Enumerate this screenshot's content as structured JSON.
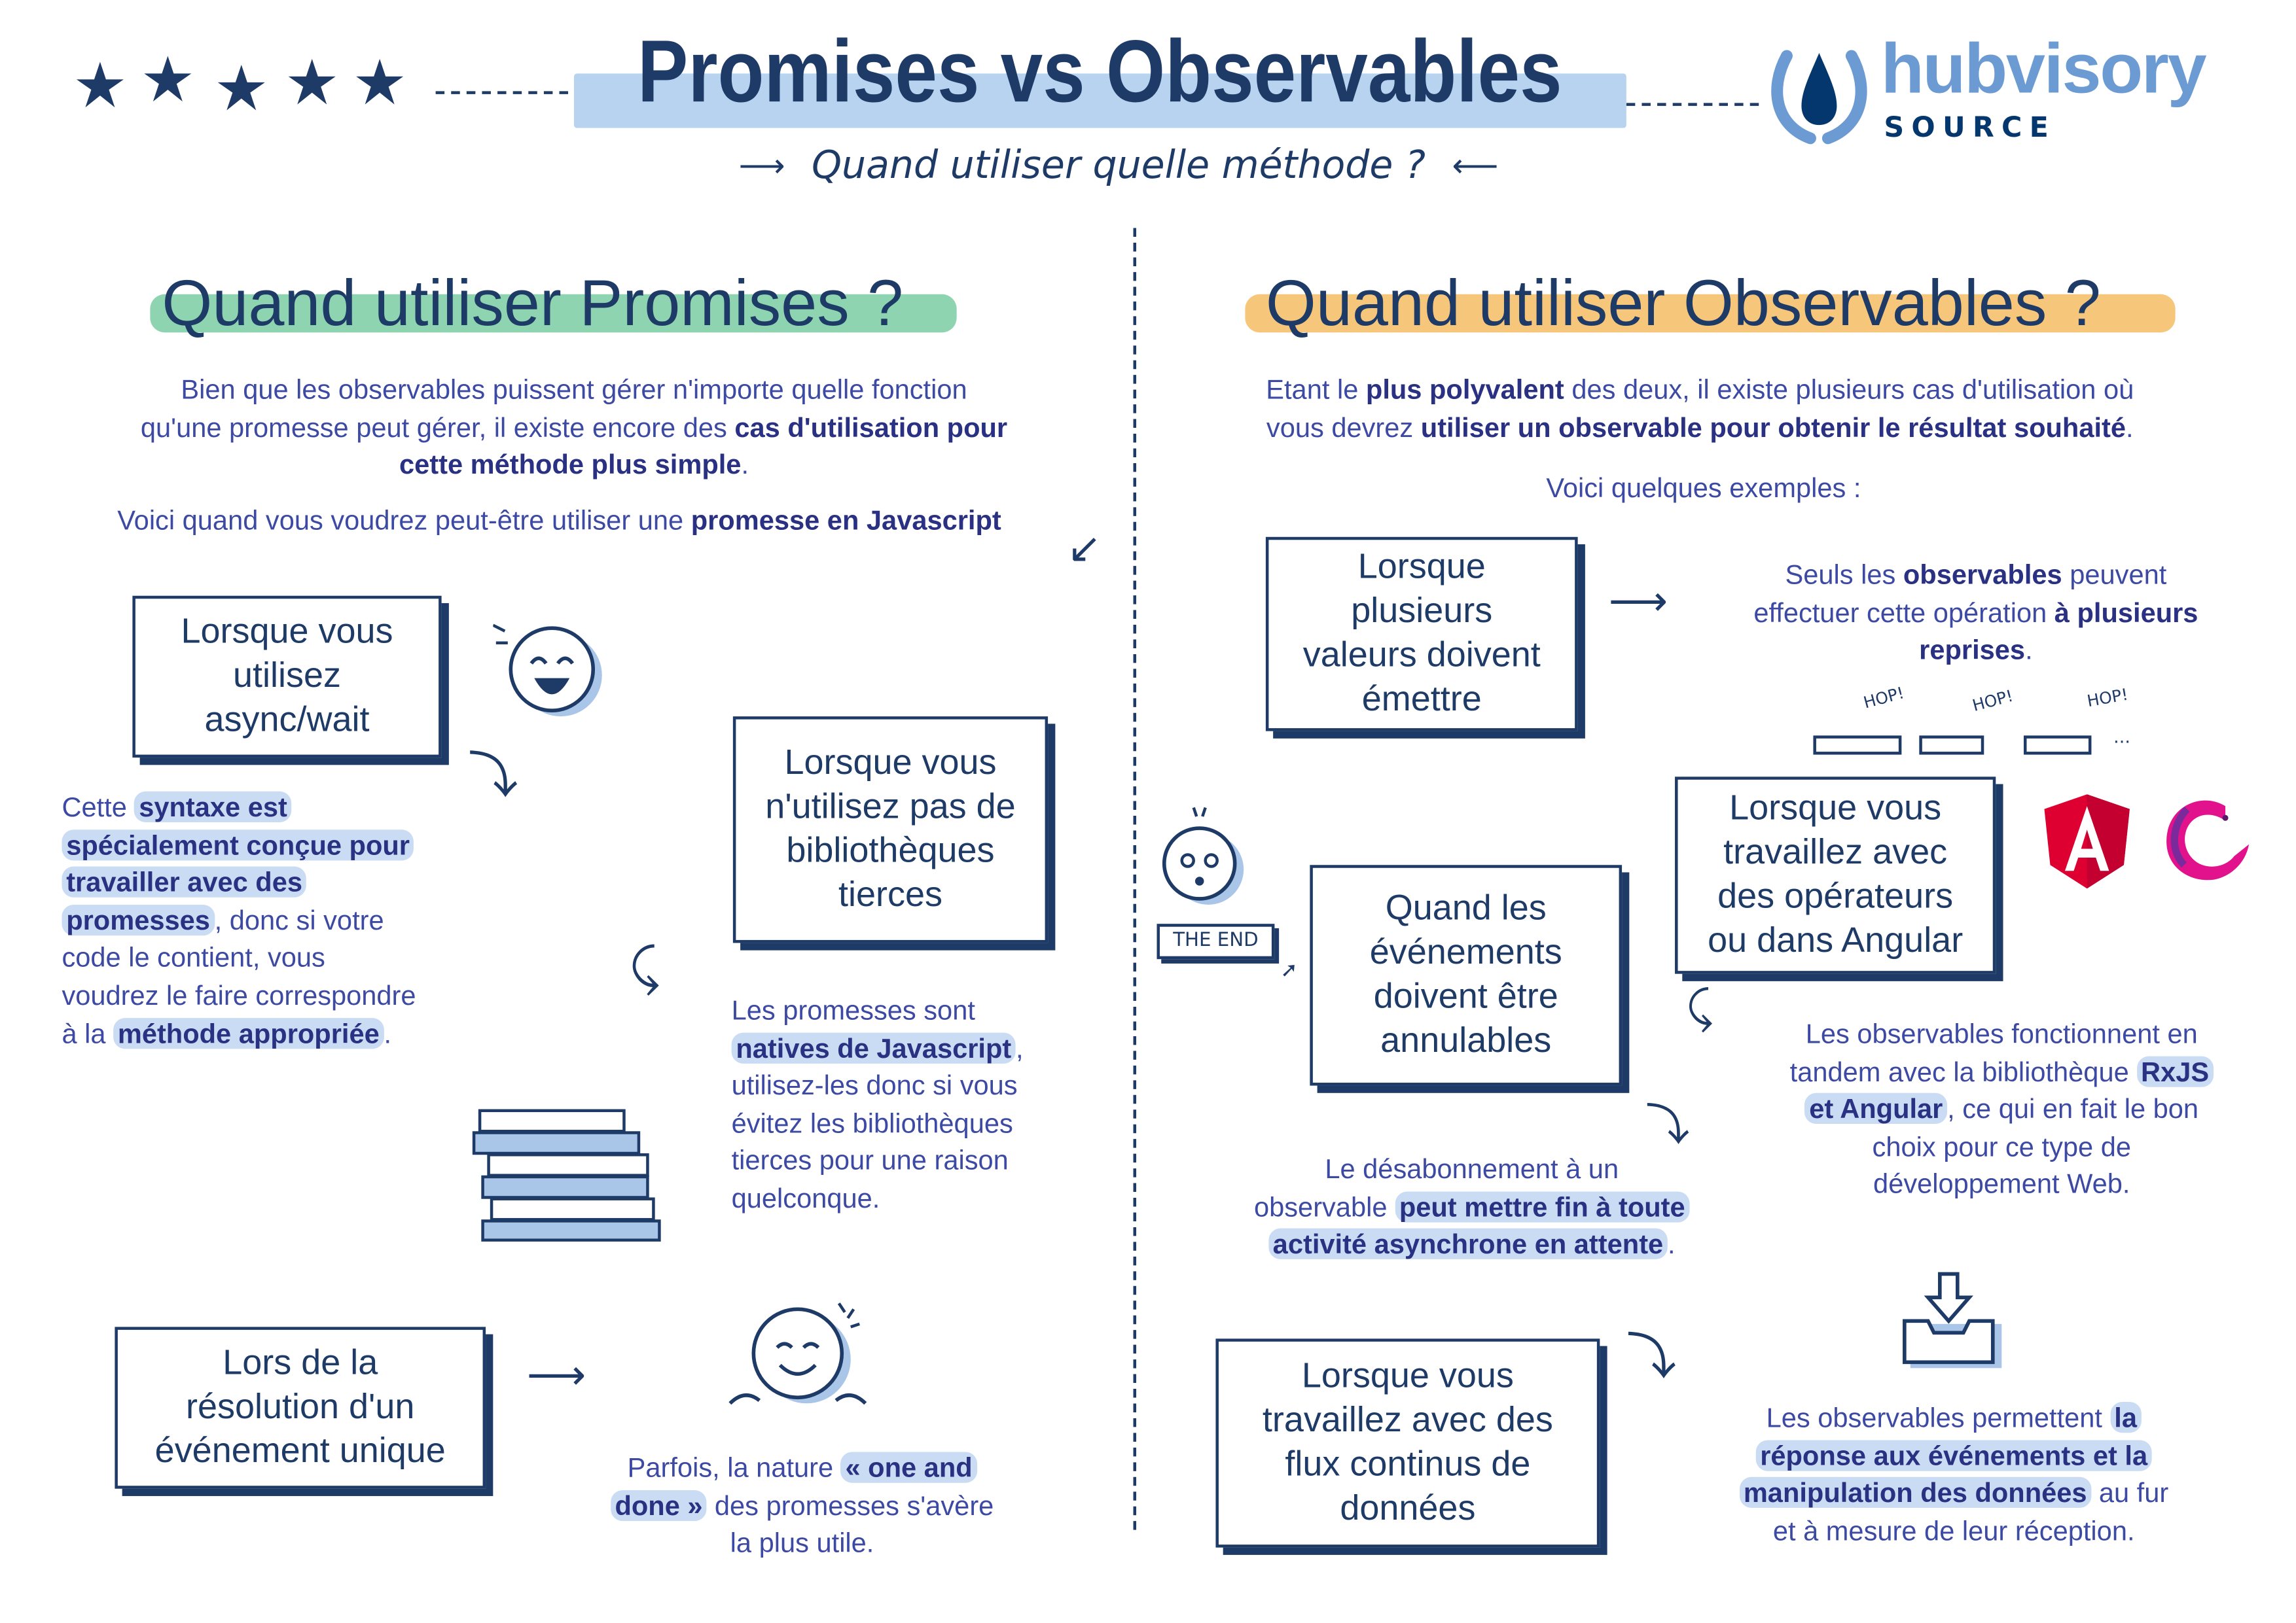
{
  "header": {
    "title": "Promises vs Observables",
    "subtitle": "Quand utiliser quelle méthode ?",
    "stars": 5,
    "logo": {
      "name": "hubvisory",
      "sub": "SOURCE"
    }
  },
  "colors": {
    "ink": "#1e3a66",
    "text": "#3d4aa3",
    "highlight": "#cadcf3",
    "title_band": "#b8d3ef",
    "promises_band": "#8fd4b0",
    "observables_band": "#f6c67a",
    "logo_light": "#6b9bd2",
    "angular": "#dd0031",
    "rxjs": "#e1128c"
  },
  "left": {
    "heading": "Quand utiliser Promises ?",
    "intro": [
      [
        {
          "t": "Bien que les observables puissent gérer n'importe quelle fonction"
        }
      ],
      [
        {
          "t": "qu'une promesse peut gérer, il existe encore des "
        },
        {
          "t": "cas d'utilisation pour",
          "b": true
        }
      ],
      [
        {
          "t": "cette méthode plus simple",
          "b": true
        },
        {
          "t": "."
        }
      ]
    ],
    "lead": [
      [
        {
          "t": "Voici quand vous voudrez peut-être utiliser une "
        },
        {
          "t": "promesse en Javascript",
          "b": true
        }
      ]
    ],
    "box1": [
      "Lorsque vous",
      "utilisez",
      "async/wait"
    ],
    "box1_note": [
      [
        {
          "t": "Cette "
        },
        {
          "t": "syntaxe est",
          "b": true,
          "h": true
        }
      ],
      [
        {
          "t": "spécialement conçue pour",
          "b": true,
          "h": true
        }
      ],
      [
        {
          "t": "travailler avec des",
          "b": true,
          "h": true
        }
      ],
      [
        {
          "t": "promesses",
          "b": true,
          "h": true
        },
        {
          "t": ", donc si votre"
        }
      ],
      [
        {
          "t": "code le contient, vous"
        }
      ],
      [
        {
          "t": "voudrez le faire correspondre"
        }
      ],
      [
        {
          "t": "à la "
        },
        {
          "t": "méthode appropriée",
          "b": true,
          "h": true
        },
        {
          "t": "."
        }
      ]
    ],
    "box2": [
      "Lorsque vous",
      "n'utilisez pas de",
      "bibliothèques",
      "tierces"
    ],
    "box2_note": [
      [
        {
          "t": "Les promesses sont"
        }
      ],
      [
        {
          "t": "natives de Javascript",
          "b": true,
          "h": true
        },
        {
          "t": ","
        }
      ],
      [
        {
          "t": "utilisez-les donc si vous"
        }
      ],
      [
        {
          "t": "évitez les bibliothèques"
        }
      ],
      [
        {
          "t": "tierces pour une raison"
        }
      ],
      [
        {
          "t": "quelconque."
        }
      ]
    ],
    "box3": [
      "Lors de la",
      "résolution d'un",
      "événement unique"
    ],
    "box3_note": [
      [
        {
          "t": "Parfois, la nature "
        },
        {
          "t": "« one and",
          "b": true,
          "h": true
        }
      ],
      [
        {
          "t": "done »",
          "b": true,
          "h": true
        },
        {
          "t": " des promesses s'avère"
        }
      ],
      [
        {
          "t": "la plus utile."
        }
      ]
    ]
  },
  "right": {
    "heading": "Quand utiliser Observables ?",
    "intro": [
      [
        {
          "t": "Etant le "
        },
        {
          "t": "plus polyvalent",
          "b": true
        },
        {
          "t": " des deux, il existe plusieurs cas d'utilisation où"
        }
      ],
      [
        {
          "t": "vous devrez "
        },
        {
          "t": "utiliser un observable pour obtenir le résultat souhaité",
          "b": true
        },
        {
          "t": "."
        }
      ]
    ],
    "lead": [
      [
        {
          "t": "Voici quelques exemples :"
        }
      ]
    ],
    "box1": [
      "Lorsque",
      "plusieurs",
      "valeurs doivent",
      "émettre"
    ],
    "box1_note": [
      [
        {
          "t": "Seuls les "
        },
        {
          "t": "observables",
          "b": true
        },
        {
          "t": " peuvent"
        }
      ],
      [
        {
          "t": "effectuer cette opération "
        },
        {
          "t": "à plusieurs",
          "b": true
        }
      ],
      [
        {
          "t": "reprises",
          "b": true
        },
        {
          "t": "."
        }
      ]
    ],
    "hop": [
      "HOP!",
      "HOP!",
      "HOP!",
      "..."
    ],
    "box2": [
      "Lorsque vous",
      "travaillez avec",
      "des opérateurs",
      "ou dans Angular"
    ],
    "box2_note": [
      [
        {
          "t": "Les observables fonctionnent en"
        }
      ],
      [
        {
          "t": "tandem avec la bibliothèque "
        },
        {
          "t": "RxJS",
          "b": true,
          "h": true
        }
      ],
      [
        {
          "t": "et Angular",
          "b": true,
          "h": true
        },
        {
          "t": ", ce qui en fait le bon"
        }
      ],
      [
        {
          "t": "choix pour ce type de"
        }
      ],
      [
        {
          "t": "développement Web."
        }
      ]
    ],
    "the_end": "THE END",
    "box3": [
      "Quand les",
      "événements",
      "doivent être",
      "annulables"
    ],
    "box3_note": [
      [
        {
          "t": "Le désabonnement à un"
        }
      ],
      [
        {
          "t": "observable "
        },
        {
          "t": "peut mettre fin à toute",
          "b": true,
          "h": true
        }
      ],
      [
        {
          "t": "activité asynchrone en attente",
          "b": true,
          "h": true
        },
        {
          "t": "."
        }
      ]
    ],
    "box4": [
      "Lorsque vous",
      "travaillez avec des",
      "flux continus de",
      "données"
    ],
    "box4_note": [
      [
        {
          "t": "Les observables permettent "
        },
        {
          "t": "la",
          "b": true,
          "h": true
        }
      ],
      [
        {
          "t": "réponse aux événements et la",
          "b": true,
          "h": true
        }
      ],
      [
        {
          "t": "manipulation des données",
          "b": true,
          "h": true
        },
        {
          "t": " au fur"
        }
      ],
      [
        {
          "t": "et à mesure de leur réception."
        }
      ]
    ]
  }
}
